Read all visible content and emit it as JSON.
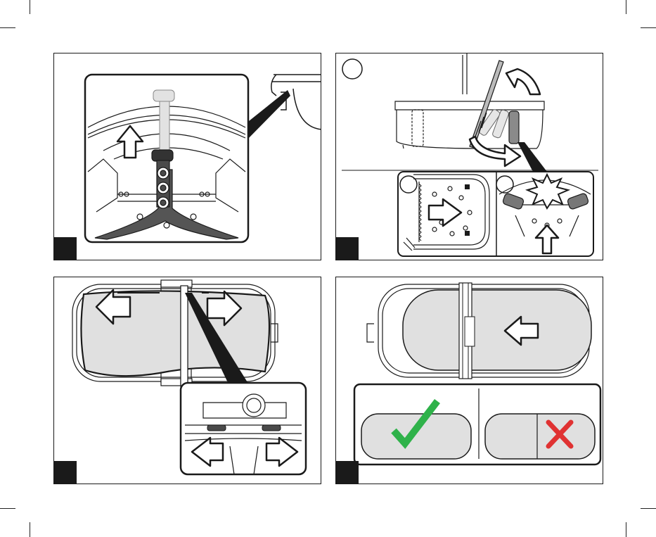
{
  "page": {
    "panels": [
      {
        "id": "step-1",
        "label": ""
      },
      {
        "id": "step-2",
        "label": ""
      },
      {
        "id": "step-3",
        "label": ""
      },
      {
        "id": "step-4",
        "label": ""
      }
    ],
    "colors": {
      "line": "#1a1a1a",
      "fabric": "#e0e0e0",
      "strap": "#4a4a4a",
      "check": "#2fb24a",
      "cross": "#e03232"
    },
    "icons": [
      "arrow-up-icon",
      "arrow-left-icon",
      "arrow-right-icon",
      "rotate-arrow-icon",
      "click-burst-icon",
      "checkmark-icon",
      "cross-icon"
    ]
  }
}
